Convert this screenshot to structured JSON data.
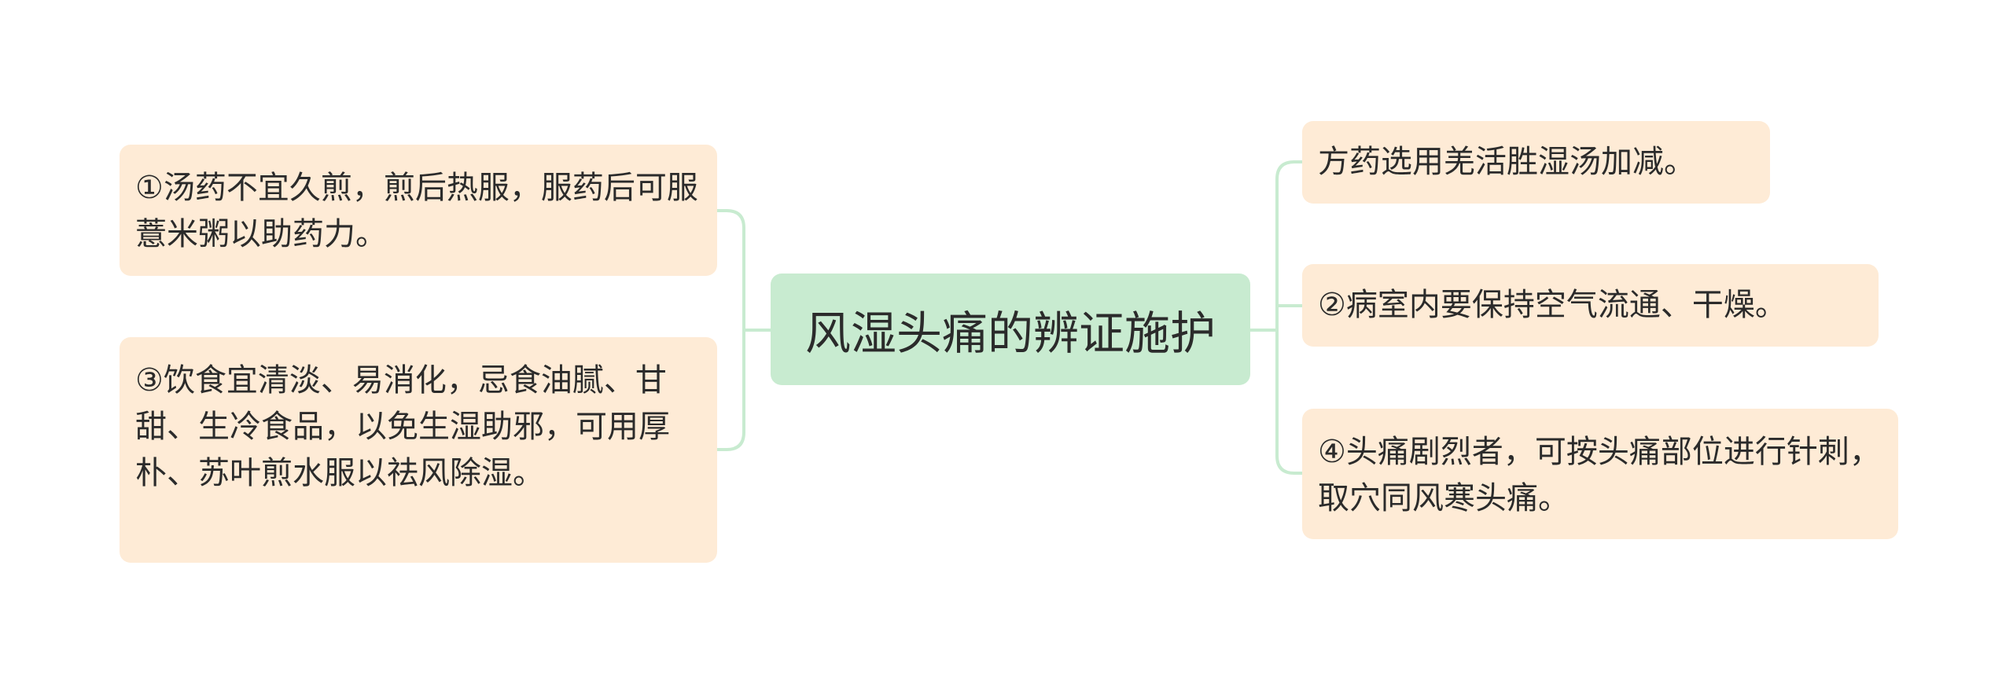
{
  "central_topic": "风湿头痛的辨证施护",
  "left_branches": [
    {
      "text": "①汤药不宜久煎，煎后热服，服药后可服薏米粥以助药力。"
    },
    {
      "text": "③饮食宜清淡、易消化，忌食油腻、甘甜、生冷食品，以免生湿助邪，可用厚朴、苏叶煎水服以祛风除湿。"
    }
  ],
  "right_branches": [
    {
      "text": "方药选用羌活胜湿汤加减。"
    },
    {
      "text": "②病室内要保持空气流通、干燥。"
    },
    {
      "text": "④头痛剧烈者，可按头痛部位进行针刺，取穴同风寒头痛。"
    }
  ],
  "colors": {
    "central_fill": "#c8ebd0",
    "leaf_fill": "#feebd6",
    "connector": "#c8ebd0",
    "text": "#2b2b2b"
  }
}
